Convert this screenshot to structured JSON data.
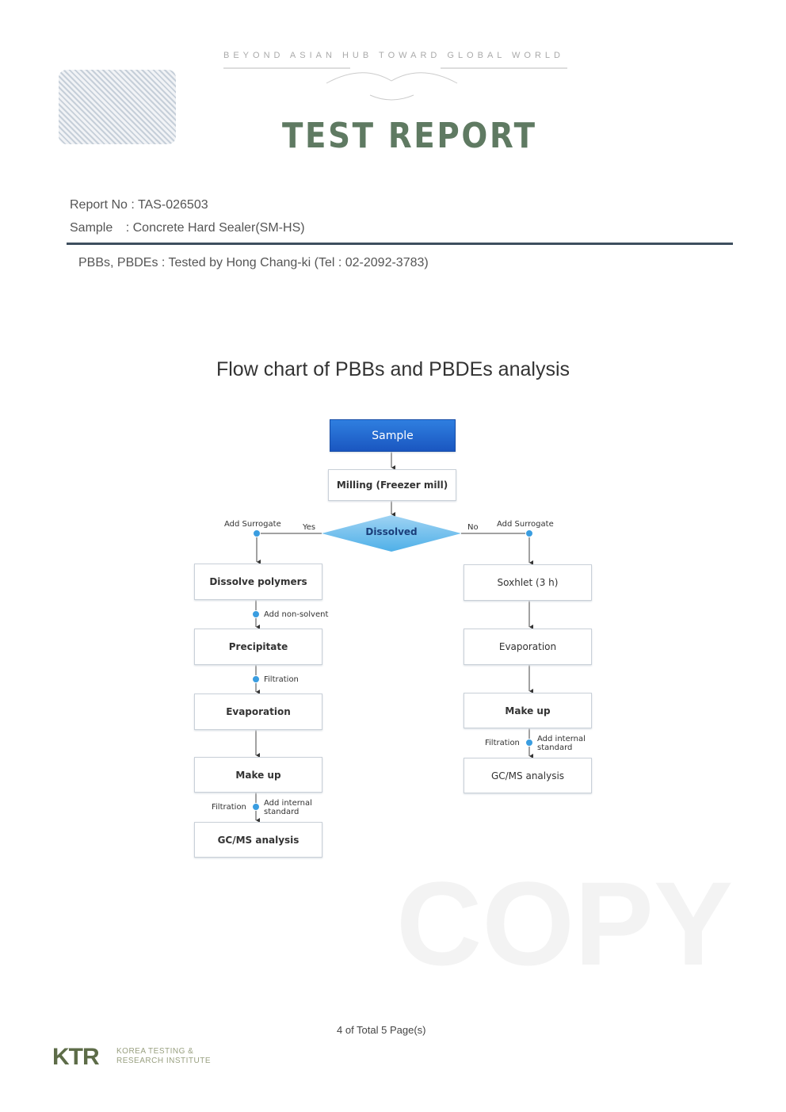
{
  "header": {
    "motto": "BEYOND ASIAN HUB  TOWARD GLOBAL WORLD",
    "title": "TEST REPORT"
  },
  "report": {
    "report_no_label": "Report No :",
    "report_no": "TAS-026503",
    "sample_label": "Sample",
    "sample_sep": ":",
    "sample": "Concrete Hard Sealer(SM-HS)",
    "tested_by": "PBBs, PBDEs : Tested by Hong Chang-ki (Tel : 02-2092-3783)"
  },
  "flowchart": {
    "title": "Flow chart of PBBs and PBDEs analysis",
    "sample": "Sample",
    "milling": "Milling (Freezer mill)",
    "decision": "Dissolved",
    "yes": "Yes",
    "no": "No",
    "add_surrogate_left": "Add Surrogate",
    "add_surrogate_right": "Add Surrogate",
    "left": [
      "Dissolve polymers",
      "Precipitate",
      "Evaporation",
      "Make up",
      "GC/MS analysis"
    ],
    "left_notes": {
      "add_non_solvent": "Add non-solvent",
      "filtration1": "Filtration",
      "filtration2": "Filtration",
      "add_internal": "Add internal standard"
    },
    "right": [
      "Soxhlet (3 h)",
      "Evaporation",
      "Make up",
      "GC/MS analysis"
    ],
    "right_notes": {
      "filtration": "Filtration",
      "add_internal": "Add internal standard"
    }
  },
  "watermark": "COPY",
  "footer": {
    "page": "4  of Total   5  Page(s)",
    "logo": "KTR",
    "org": "KOREA TESTING & RESEARCH INSTITUTE"
  }
}
